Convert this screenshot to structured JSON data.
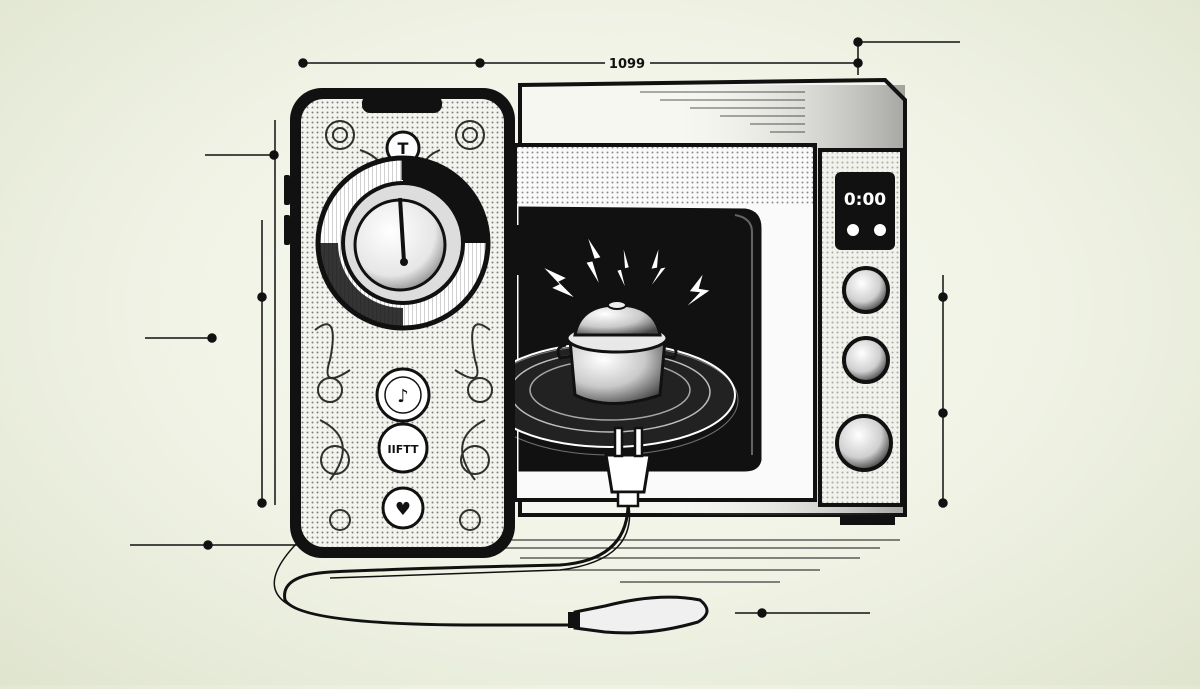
{
  "dimension_label": "1099",
  "phone": {
    "top_icon_glyph": "T",
    "app_icon_1_glyph": "♪",
    "app_icon_2_glyph": "IIFTT",
    "heart_icon_glyph": "♥"
  },
  "microwave": {
    "display_text": "0:00"
  },
  "colors": {
    "ink": "#111111",
    "paper": "#f4f6ec",
    "background_edge": "#dfe4cf"
  }
}
